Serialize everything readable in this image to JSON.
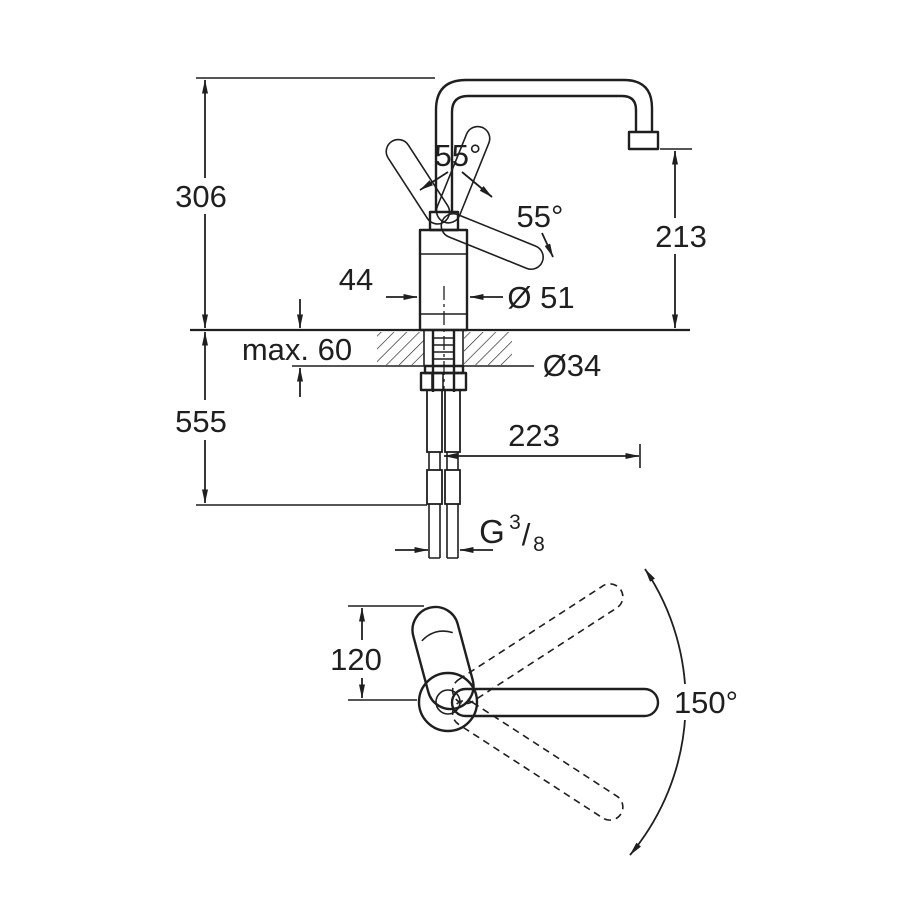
{
  "drawing": {
    "type": "technical-dimension-drawing",
    "subject": "single-lever kitchen faucet with high swivel spout",
    "colors": {
      "line": "#1f1f1f",
      "background": "#ffffff"
    },
    "front_view": {
      "height_above_deck": "306",
      "depth_below_deck": "555",
      "spout_clearance": "213",
      "handle_angle_left": "55°",
      "handle_angle_right": "55°",
      "body_width": "44",
      "body_diameter": "Ø 51",
      "max_deck_thickness": "max. 60",
      "hole_diameter": "Ø34",
      "spout_reach": "223",
      "thread": {
        "prefix": "G",
        "numerator": "3",
        "slash": "/",
        "denominator": "8"
      }
    },
    "top_view": {
      "handle_length": "120",
      "swivel_range": "150°"
    }
  }
}
